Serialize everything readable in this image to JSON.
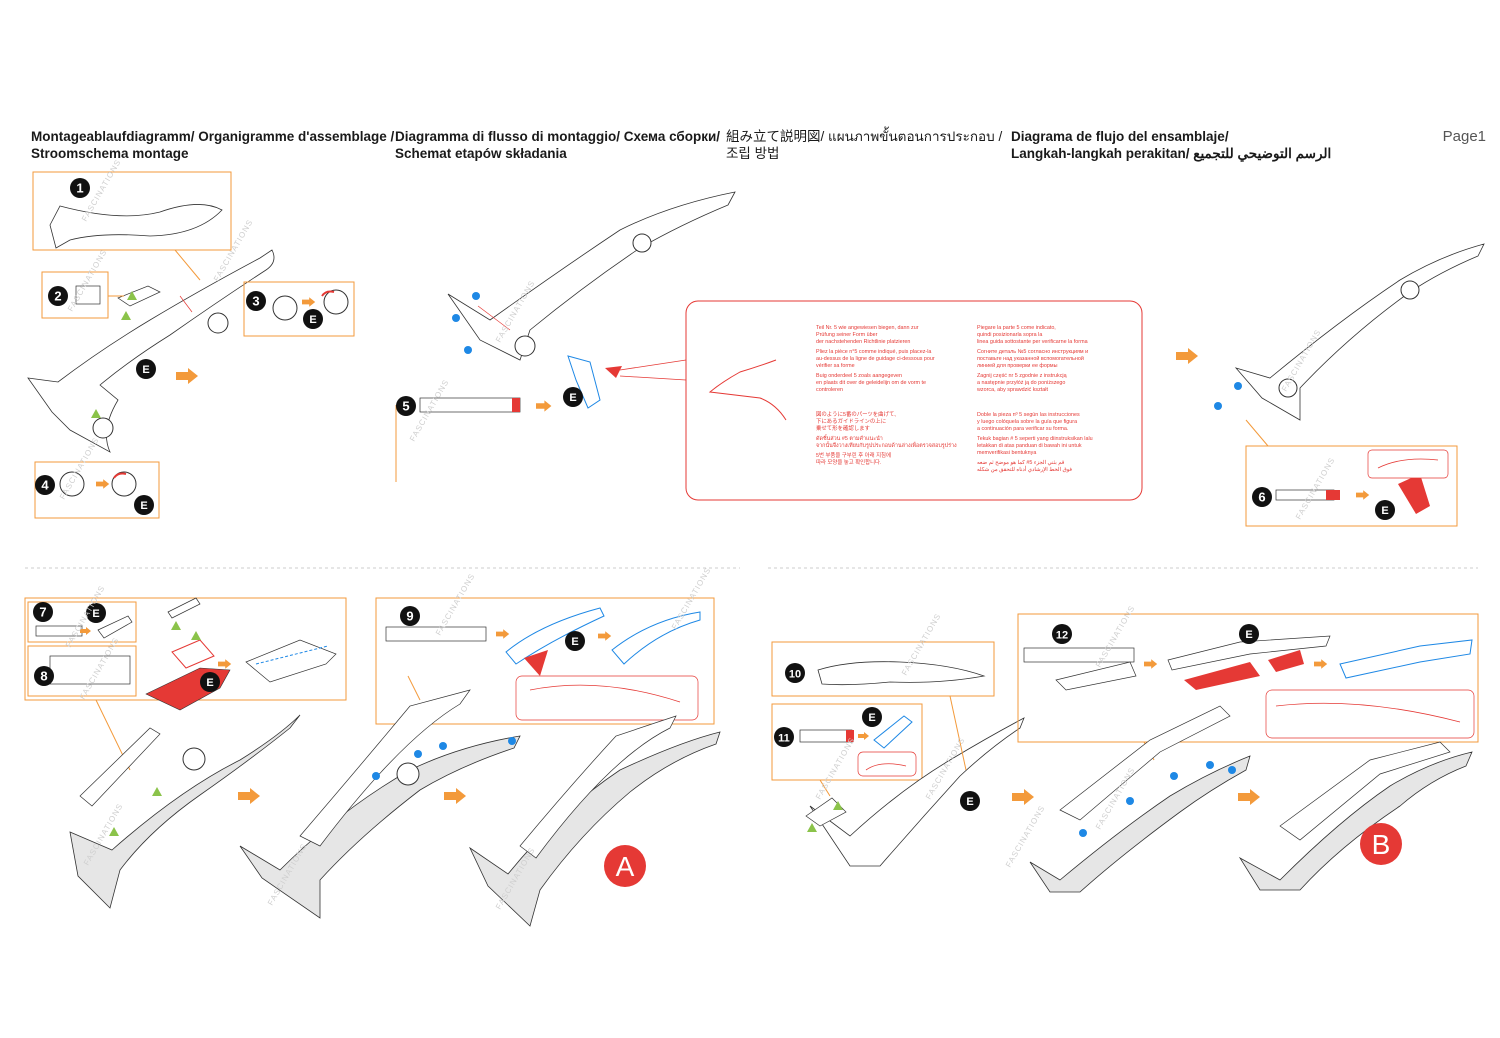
{
  "headers": {
    "col1": [
      "Montageablaufdiagramm/ Organigramme d'assemblage /",
      "Stroomschema montage"
    ],
    "col2": [
      "Diagramma di flusso di montaggio/ Схема сборки/",
      "Schemat etapów składania"
    ],
    "col3": [
      "組み立て説明図/ แผนภาพขั้นตอนการประกอบ /",
      "조립 방법"
    ],
    "col4": [
      "Diagrama de flujo del ensamblaje/",
      "Langkah-langkah perakitan/ الرسم التوضيحي للتجميع"
    ]
  },
  "page_label": "Page1",
  "step_numbers": [
    "1",
    "2",
    "3",
    "4",
    "5",
    "6",
    "7",
    "8",
    "9",
    "10",
    "11",
    "12"
  ],
  "marker_e": "E",
  "result_labels": {
    "a": "A",
    "b": "B"
  },
  "watermark": "FASCINATIONS",
  "note_panel": {
    "left": [
      "Teil Nr. 5 wie angewiesen biegen, dann zur",
      "Prüfung seiner Form über",
      "der nachstehenden Richtlinie platzieren",
      "Pliez la pièce n°5 comme indiqué, puis placez-la",
      "au-dessus de la ligne de guidage ci-dessous pour",
      "vérifier sa forme",
      "Buig onderdeel 5 zoals aangegeven",
      "en plaats dit over de geleidelijn om de vorm te",
      "controleren",
      "図のように5番のパーツを曲げて、",
      "下にあるガイドラインの上に",
      "乗せて形を確認します",
      "ดัดชิ้นส่วน #5 ตามคำแนะนำ",
      "จากนั้นจึงวางเทียบกับรูปประกอบด้านล่างเพื่อตรวจสอบรูปร่าง",
      "5번 부품을 구부린 후 아래 지침에",
      "따라 모양을 놓고 확인합니다."
    ],
    "right": [
      "Piegare la parte 5 come indicato,",
      "quindi posizionarla sopra la",
      "linea guida sottostante per verificarne la forma",
      "Согните деталь №5 согласно инструкциям и",
      "поставьте над указанной вспомогательной",
      "линией для проверки ее формы",
      "Zagnij część nr 5 zgodnie z instrukcją",
      "a następnie przyłóż ją do poniższego",
      "wzorca, aby sprawdzić kształt",
      "Doble la pieza nº 5 según las instrucciones",
      "y luego colóquela sobre la guía que figura",
      "a continuación para verificar su forma.",
      "Tekuk bagian # 5 seperti yang diinstruksikan lalu",
      "letakkan di atas panduan di bawah ini untuk",
      "memverifikasi bentuknya",
      "قم بثني الجزء 5# كما هو موضح ثم ضعه",
      "فوق الخط الإرشادي أدناه للتحقق من شكله"
    ]
  },
  "colors": {
    "orange": "#f39a3b",
    "red": "#e53935",
    "blue": "#1e88e5",
    "green": "#8bc34a",
    "black": "#111111",
    "part_gray": "#e6e6e6"
  }
}
